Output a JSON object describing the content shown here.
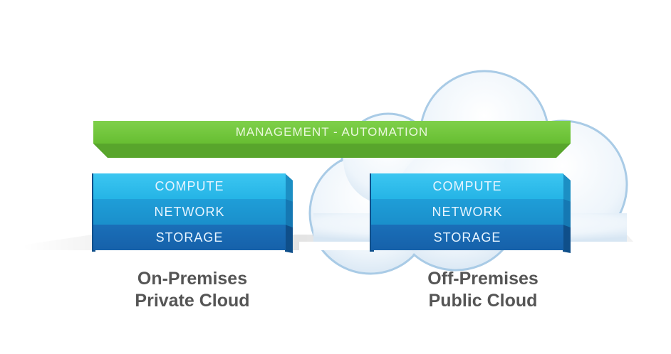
{
  "management_bar": {
    "label": "MANAGEMENT - AUTOMATION"
  },
  "on_premises": {
    "layers": [
      "COMPUTE",
      "NETWORK",
      "STORAGE"
    ],
    "caption_line1": "On-Premises",
    "caption_line2": "Private Cloud"
  },
  "off_premises": {
    "layers": [
      "COMPUTE",
      "NETWORK",
      "STORAGE"
    ],
    "caption_line1": "Off-Premises",
    "caption_line2": "Public Cloud"
  },
  "colors": {
    "management": "#6cc43a",
    "compute": "#2bbbea",
    "network": "#1c95d0",
    "storage": "#1768b0",
    "caption_text": "#555555"
  }
}
